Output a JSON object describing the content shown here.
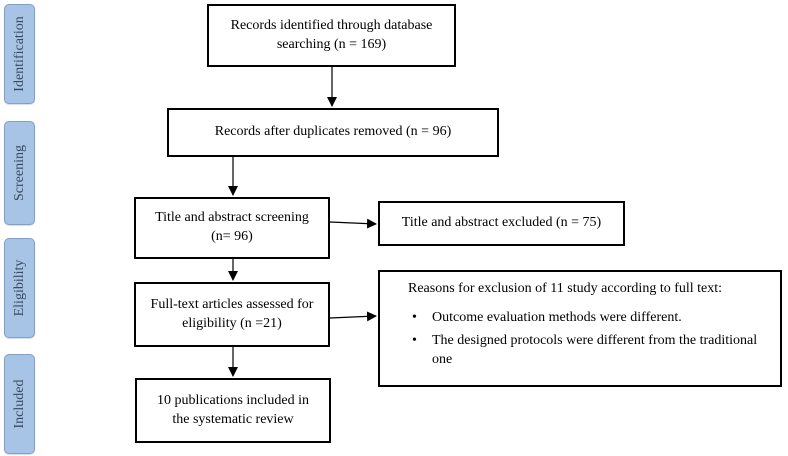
{
  "phases": [
    "Identification",
    "Screening",
    "Eligibility",
    "Included"
  ],
  "boxes": {
    "identified": "Records identified through database searching (n = 169)",
    "duplicates_removed": "Records after duplicates removed (n = 96)",
    "title_abstract_screening": "Title and abstract screening (n= 96)",
    "title_abstract_excluded": "Title and abstract excluded (n = 75)",
    "fulltext_assessed": "Full-text articles assessed for eligibility (n =21)",
    "included": "10 publications included in the systematic review"
  },
  "exclusion": {
    "heading": "Reasons for exclusion of 11 study according to full text:",
    "reasons": [
      "Outcome evaluation methods were different.",
      "The designed protocols were different from the traditional one"
    ],
    "bullet": "•"
  }
}
